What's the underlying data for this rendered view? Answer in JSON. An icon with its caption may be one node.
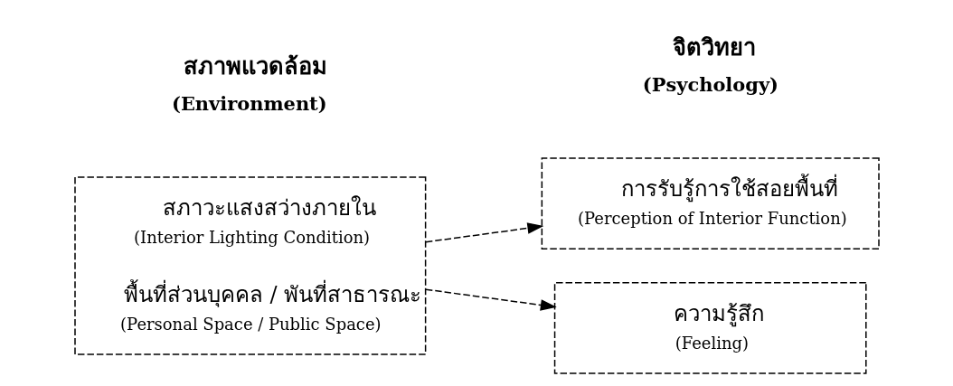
{
  "diagram": {
    "nodes": [
      {
        "text": [
          "สภาวะแสงสว่างภายใน",
          "(Interior Lighting Condition)",
          "พื้นที่ส่วนบุคคล / พันที่สาธารณะ",
          "(Personal Space / Public Space)"
        ]
      },
      {
        "text": [
          "การรับรู้การใช้สอยพื้นที่",
          "(Perception of Interior Function)"
        ]
      },
      {
        "text": [
          "ความรู้สึก",
          "(Feeling)"
        ]
      }
    ],
    "edges": [
      {
        "from": 0,
        "to": 1,
        "arrow": "to",
        "style": "dashed"
      },
      {
        "from": 0,
        "to": 2,
        "arrow": "to",
        "style": "dashed"
      }
    ],
    "labels": [
      "สภาพแวดล้อม",
      "จิตวิทยา",
      "(Environment)",
      "(Psychology)"
    ]
  }
}
